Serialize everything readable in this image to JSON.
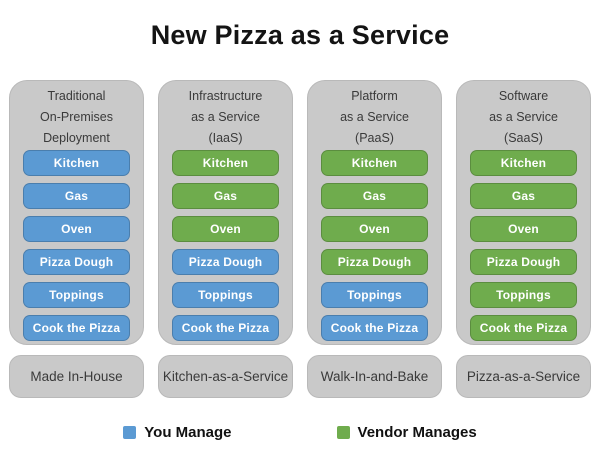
{
  "title": "New Pizza as a Service",
  "items": [
    "Kitchen",
    "Gas",
    "Oven",
    "Pizza Dough",
    "Toppings",
    "Cook the Pizza"
  ],
  "columns": [
    {
      "header_lines": [
        "Traditional",
        "On-Premises",
        "Deployment"
      ],
      "managed_by": [
        "you",
        "you",
        "you",
        "you",
        "you",
        "you"
      ],
      "footer": "Made In-House"
    },
    {
      "header_lines": [
        "Infrastructure",
        "as a Service",
        "(IaaS)"
      ],
      "managed_by": [
        "vendor",
        "vendor",
        "vendor",
        "you",
        "you",
        "you"
      ],
      "footer": "Kitchen-as-a-Service"
    },
    {
      "header_lines": [
        "Platform",
        "as a Service",
        "(PaaS)"
      ],
      "managed_by": [
        "vendor",
        "vendor",
        "vendor",
        "vendor",
        "you",
        "you"
      ],
      "footer": "Walk-In-and-Bake"
    },
    {
      "header_lines": [
        "Software",
        "as a Service",
        "(SaaS)"
      ],
      "managed_by": [
        "vendor",
        "vendor",
        "vendor",
        "vendor",
        "vendor",
        "vendor"
      ],
      "footer": "Pizza-as-a-Service"
    }
  ],
  "legend": [
    {
      "label": "You Manage",
      "key": "you",
      "color": "#5b9ad3"
    },
    {
      "label": "Vendor Manages",
      "key": "vendor",
      "color": "#6fac4d"
    }
  ],
  "colors": {
    "you": "#5b9ad3",
    "vendor": "#6fac4d",
    "panel": "#c9c9c9",
    "text_dark": "#3a3a3a"
  }
}
